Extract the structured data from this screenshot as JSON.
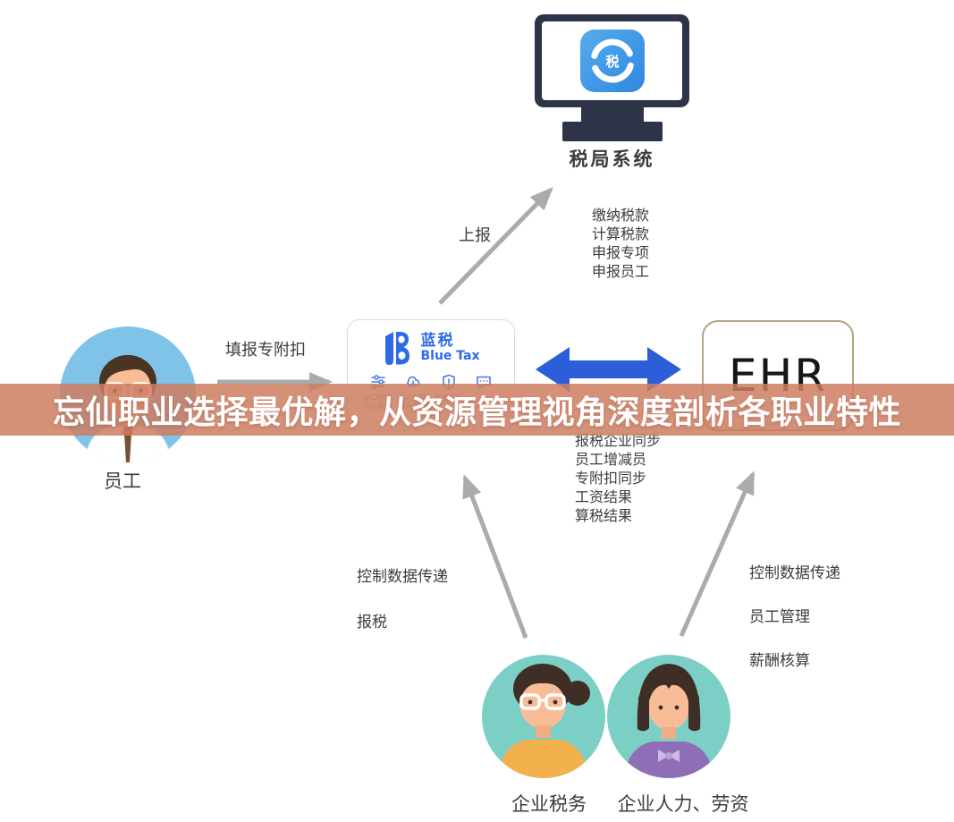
{
  "banner": {
    "text": "忘仙职业选择最优解，从资源管理视角深度剖析各职业特性",
    "bg_color": "#CE7C60",
    "text_color": "#FFFFFF"
  },
  "tax_bureau": {
    "title": "税局系统",
    "icon_glyph": "税"
  },
  "employee": {
    "label": "员工"
  },
  "arrow_labels": {
    "report": "上报",
    "fill_deduction": "填报专附扣"
  },
  "tax_actions": {
    "items": [
      "缴纳税款",
      "计算税款",
      "申报专项",
      "申报员工"
    ]
  },
  "blue_tax": {
    "logo_cn": "蓝税",
    "logo_en": "Blue Tax",
    "brand_color": "#2E6BE6",
    "features": [
      {
        "icon": "sliders-icon",
        "line1": "接口传输",
        "line2": "企业数据"
      },
      {
        "icon": "cloud-download-icon",
        "line1": "自动获取",
        "line2": "算税数据"
      },
      {
        "icon": "shield-icon",
        "line1": "智能分析",
        "line2": ""
      },
      {
        "icon": "chat-icon",
        "line1": "",
        "line2": ""
      }
    ]
  },
  "ehr": {
    "title": "EHR"
  },
  "sync_list": {
    "items": [
      "报税企业同步",
      "员工增减员",
      "专附扣同步",
      "工资结果",
      "算税结果"
    ]
  },
  "left_flow": {
    "items": [
      "控制数据传递",
      "报税"
    ]
  },
  "right_flow": {
    "items": [
      "控制数据传递",
      "员工管理",
      "薪酬核算"
    ]
  },
  "bottom": {
    "tax_label": "企业税务",
    "hr_label": "企业人力、劳资"
  },
  "colors": {
    "arrow_gray": "#ABABAB",
    "sync_arrow_blue": "#2B5ED8",
    "monitor_navy": "#2E3448",
    "teal_circle": "#7CCFC4",
    "employee_circle": "#7FC4E8"
  }
}
